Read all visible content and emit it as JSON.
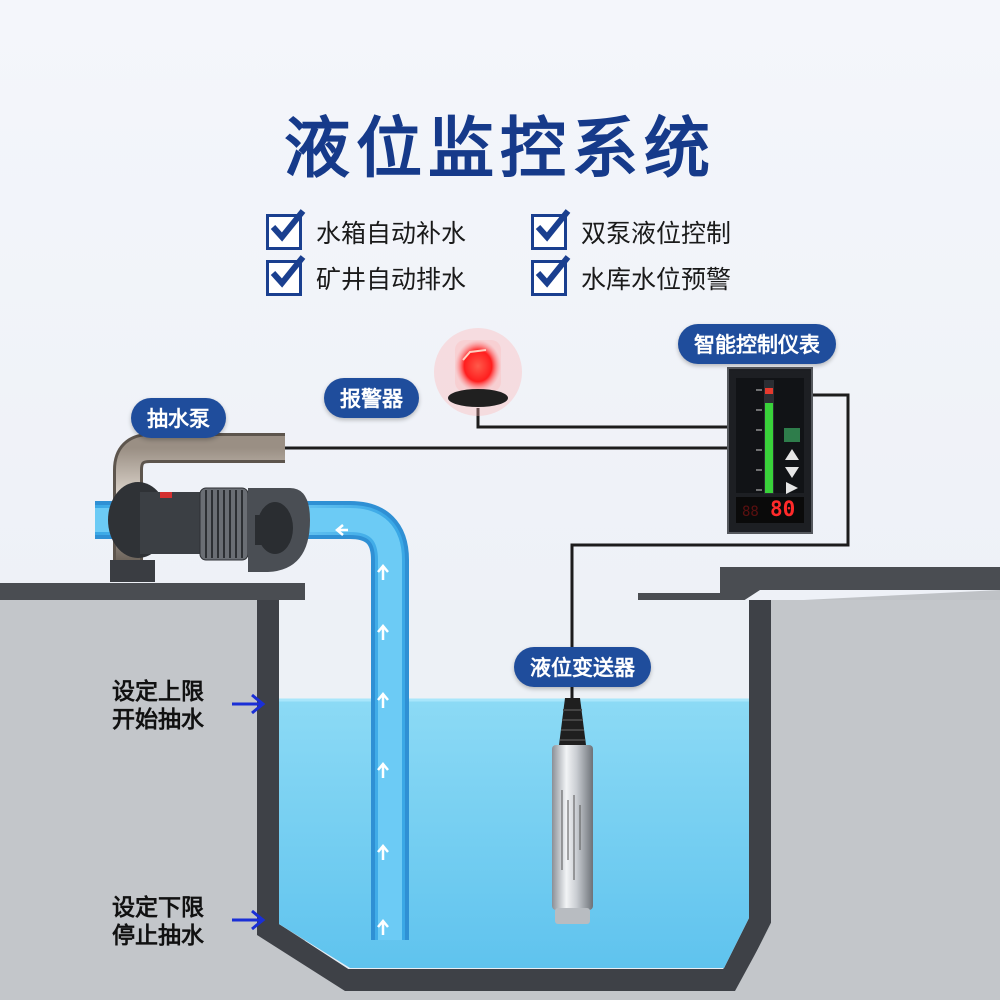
{
  "title": "液位监控系统",
  "features": [
    "水箱自动补水",
    "双泵液位控制",
    "矿井自动排水",
    "水库水位预警"
  ],
  "labels": {
    "pump": "抽水泵",
    "alarm": "报警器",
    "controller": "智能控制仪表",
    "transmitter": "液位变送器"
  },
  "limits": {
    "upper_line1": "设定上限",
    "upper_line2": "开始抽水",
    "lower_line1": "设定下限",
    "lower_line2": "停止抽水"
  },
  "meter": {
    "display_value": "80"
  },
  "colors": {
    "title": "#163a8a",
    "pill": "#1f4d9c",
    "water": "#79d3f2",
    "pipe": "#4bb7ee",
    "alarm": "#ff2020",
    "meter_bar": "#3ad23a"
  }
}
